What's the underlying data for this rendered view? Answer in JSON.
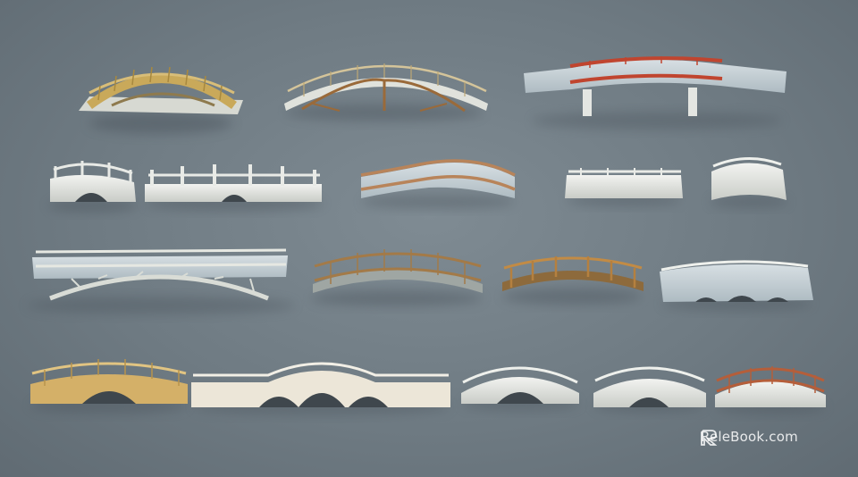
{
  "background_color": "#737f87",
  "watermark": {
    "text": "ReleBook.com",
    "icon": "relebook-logo-icon"
  },
  "bridges": [
    {
      "name": "yellow-lattice-arch-bridge",
      "color": "#c9a95a"
    },
    {
      "name": "wood-frame-arch-bridge",
      "color": "#9a6a3a"
    },
    {
      "name": "red-rail-flat-bridge",
      "color": "#c0452f"
    },
    {
      "name": "small-white-stone-arch-bridge",
      "color": "#e6e8e4"
    },
    {
      "name": "white-balustrade-flat-bridge",
      "color": "#e6e8e4"
    },
    {
      "name": "curved-wood-rail-bridge",
      "color": "#b8845a"
    },
    {
      "name": "white-flat-slab-bridge",
      "color": "#e6e8e4"
    },
    {
      "name": "white-hump-bridge",
      "color": "#e6e8e4"
    },
    {
      "name": "long-truss-bridge",
      "color": "#d9dcd6"
    },
    {
      "name": "wood-lattice-arch-bridge",
      "color": "#a37a48"
    },
    {
      "name": "wooden-arch-bridge",
      "color": "#b5803f"
    },
    {
      "name": "white-three-arch-bridge",
      "color": "#e6e8e4"
    },
    {
      "name": "golden-arch-bridge",
      "color": "#d4b068"
    },
    {
      "name": "stone-three-arch-bridge",
      "color": "#ece6d8"
    },
    {
      "name": "white-rail-arch-bridge-a",
      "color": "#e6e8e4"
    },
    {
      "name": "white-rail-arch-bridge-b",
      "color": "#e6e8e4"
    },
    {
      "name": "red-rail-arch-bridge",
      "color": "#b55e3a"
    }
  ]
}
